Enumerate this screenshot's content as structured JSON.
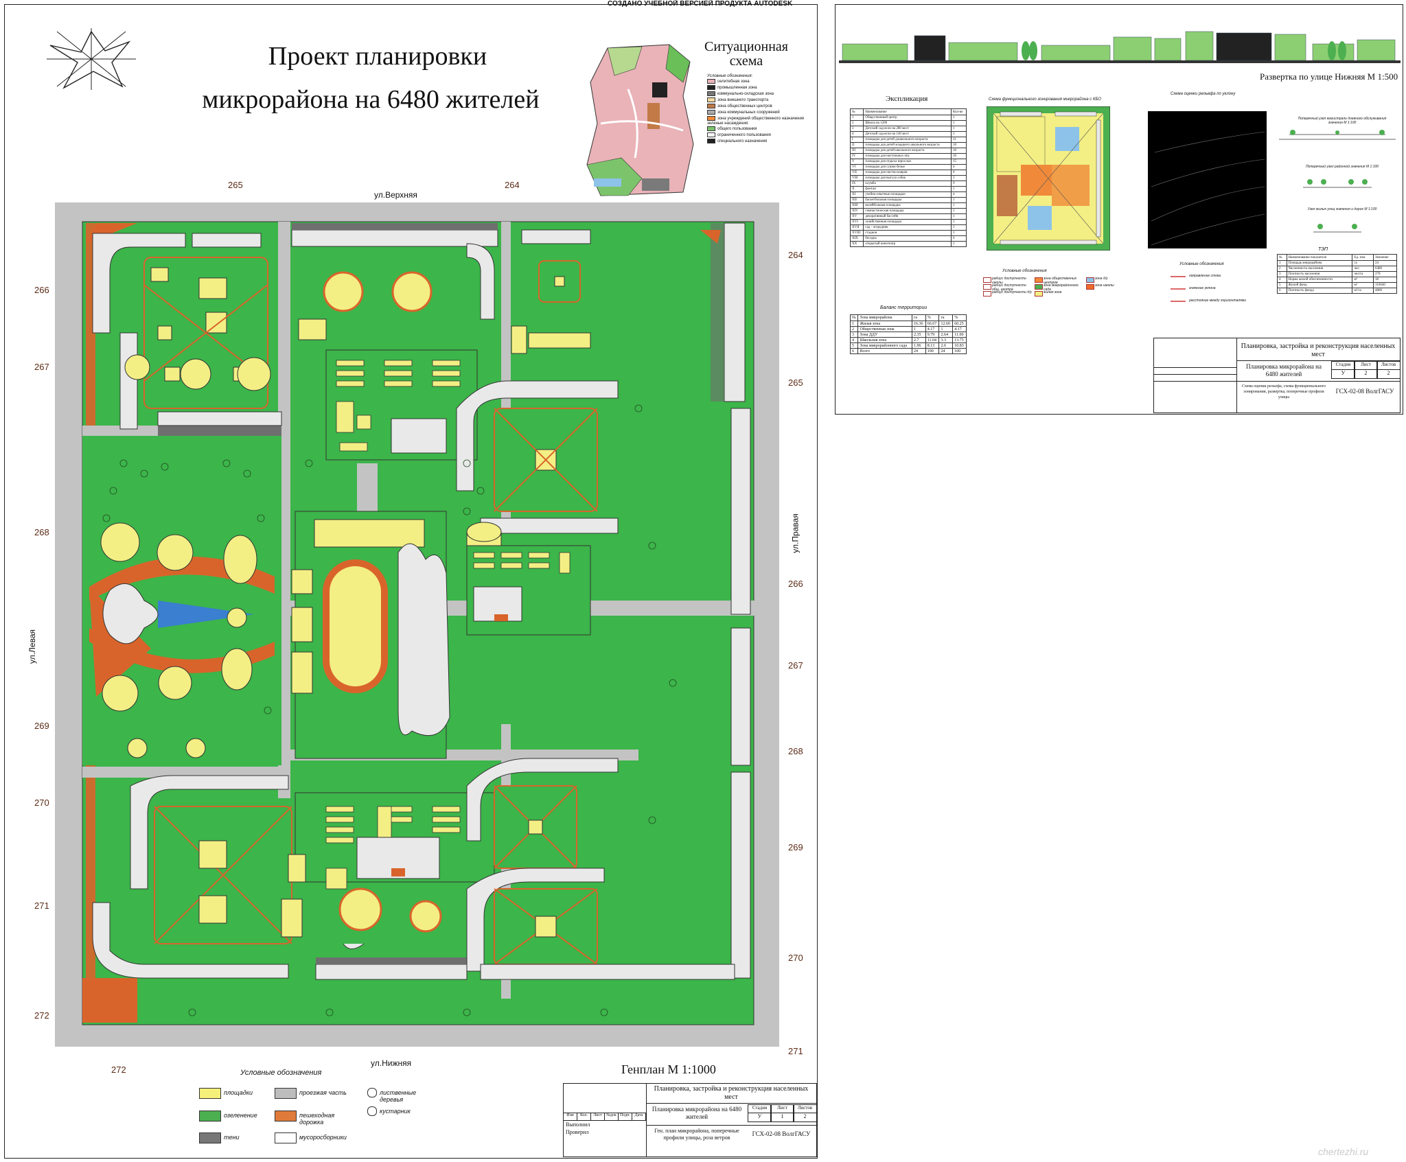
{
  "header_note": "СОЗДАНО УЧЕБНОЙ ВЕРСИЕЙ ПРОДУКТА AUTODESK",
  "title_line1": "Проект планировки",
  "title_line2": "микрорайона на 6480 жителей",
  "situation": {
    "title_line1": "Ситуационная",
    "title_line2": "схема",
    "legend_header": "Условные обозначения:",
    "legend": [
      "селитебная зона",
      "промышленная зона",
      "коммунально-складская зона",
      "зона внешнего транспорта",
      "зона общественных центров",
      "зона коммунальных сооружений",
      "зона учреждений общественного назначения",
      "общего пользования",
      "ограниченного пользования",
      "специального назначения"
    ],
    "legend_sub": "зеленые насаждения:"
  },
  "streets": {
    "top": "ул.Верхняя",
    "bottom": "ул.Нижняя",
    "left": "ул.Левая",
    "right": "ул.Правая"
  },
  "elevations_top": [
    "265",
    "264"
  ],
  "elevations_left": [
    "266",
    "267",
    "268",
    "269",
    "270",
    "271",
    "272"
  ],
  "elevations_right": [
    "264",
    "265",
    "266",
    "267",
    "268",
    "269",
    "270",
    "271"
  ],
  "elevation_bottom_left": "272",
  "genplan_caption": "Генплан М 1:1000",
  "legend": {
    "header": "Условные обозначения",
    "items": [
      {
        "label": "площадки",
        "color": "#f5f07a"
      },
      {
        "label": "озеленение",
        "color": "#4caf50"
      },
      {
        "label": "тени",
        "color": "#777777"
      },
      {
        "label": "проезжая часть",
        "color": "#bdbdbd"
      },
      {
        "label": "пешеходная дорожка",
        "color": "#e07a3a"
      },
      {
        "label": "мусоросборники",
        "color": "#ffffff"
      },
      {
        "label": "лиственные деревья",
        "color": "#ffffff"
      },
      {
        "label": "кустарник",
        "color": "#ffffff"
      }
    ]
  },
  "stamp_left": {
    "title": "Планировка, застройка и реконструкция населенных мест",
    "cols": [
      "Изм",
      "Кол.",
      "Лист",
      "№док",
      "Подп.",
      "Дата"
    ],
    "rows": [
      "Выполнил",
      "Проверил"
    ],
    "name": "Планировка микрорайона на 6480 жителей",
    "stage_hdr": [
      "Стадия",
      "Лист",
      "Листов"
    ],
    "stage_vals": [
      "У",
      "1",
      "2"
    ],
    "sheet_desc": "Ген. план микрорайона, поперечные профили улицы, роза ветров",
    "code": "ГСХ-02-08 ВолгГАСУ"
  },
  "right_sheet": {
    "razvertka": "Развертка по улице Нижняя М 1:500",
    "explication_title": "Экспликация",
    "explication_hdr": [
      "№",
      "Наименование",
      "Кол-во"
    ],
    "explication_rows": [
      [
        "1",
        "Общественный центр",
        "1"
      ],
      [
        "2",
        "Школа на 1200",
        "1"
      ],
      [
        "3",
        "Детский сад-ясли на 280 мест",
        "1"
      ],
      [
        "4",
        "Детский сад-ясли на 140 мест",
        "1"
      ],
      [
        "I",
        "площадка для детей дошкольного возраста",
        "11"
      ],
      [
        "II",
        "площадка для детей младшего школьного возраста",
        "10"
      ],
      [
        "III",
        "площадка для детей школьного возраста",
        "10"
      ],
      [
        "IV",
        "площадка для настольных игр",
        "10"
      ],
      [
        "V",
        "площадка для отдыха взрослых",
        "15"
      ],
      [
        "VI",
        "площадка для сушки белья",
        "4"
      ],
      [
        "VII",
        "площадка для чистки ковров",
        "6"
      ],
      [
        "VIII",
        "площадка для выгула собак",
        "3"
      ],
      [
        "IX",
        "клумба",
        "9"
      ],
      [
        "X",
        "фонтан",
        "1"
      ],
      [
        "XI",
        "учебно-опытные площадки",
        "4"
      ],
      [
        "XII",
        "баскетбольная площадка",
        "1"
      ],
      [
        "XIII",
        "волейбольная площадка",
        "1"
      ],
      [
        "XIV",
        "гимнастическая площадка",
        "1"
      ],
      [
        "XV",
        "декоративный бассейн",
        "1"
      ],
      [
        "XVI",
        "хозяйственная площадка",
        "3"
      ],
      [
        "XVII",
        "сад - огородник",
        "2"
      ],
      [
        "XVIII",
        "стадион",
        "1"
      ],
      [
        "XIX",
        "беседка",
        "6"
      ],
      [
        "XX",
        "открытый кинотеатр",
        "1"
      ]
    ],
    "zoning_title": "Схема функционального зонирования микрорайона с КБО",
    "relief_title": "Схема оценки рельефа по уклону",
    "profile_titles": [
      "Поперечный узел магистрали дневного обслуживания значения М 1:100",
      "Поперечный узел районной значения М 1:100",
      "Узел жилых улиц значения и дорог М 1:100"
    ],
    "zoning_legend_header": "Условные обозначения",
    "zoning_legend": [
      "радиус доступности школы",
      "радиус доступности общ. центра",
      "радиус доступности д/у",
      "зона общественных центров",
      "зона микрорайонного сада",
      "жилая зона",
      "зона д/у",
      "зона школы"
    ],
    "relief_legend_header": "Условные обозначения",
    "relief_legend": [
      "направление стока",
      "значение уклона",
      "расстояние между горизонталями"
    ],
    "balance_title": "Баланс территории",
    "balance_hdr": [
      "№",
      "Зона микрорайона",
      "га",
      "%",
      "га",
      "%"
    ],
    "balance_rows": [
      [
        "1",
        "Жилая зона",
        "16.36",
        "66.67",
        "12.60",
        "60.25"
      ],
      [
        "2",
        "Общественная зона",
        "1",
        "4.17",
        "1",
        "4.17"
      ],
      [
        "3",
        "Зона ДДУ",
        "2.35",
        "9.79",
        "2.64",
        "11.00"
      ],
      [
        "4",
        "Школьная зона",
        "2.7",
        "11.04",
        "3.3",
        "13.75"
      ],
      [
        "5",
        "Зона микрорайонного сада",
        "1.96",
        "8.13",
        "2.6",
        "10.83"
      ],
      [
        "6",
        "Всего",
        "24",
        "100",
        "24",
        "100"
      ]
    ],
    "tep_title": "ТЭП",
    "tep_hdr": [
      "№",
      "Наименование показателя",
      "Ед. изм.",
      "Значение"
    ],
    "tep_rows": [
      [
        "1",
        "Площадь микрорайона",
        "га",
        "24"
      ],
      [
        "2",
        "Численность населения",
        "чел",
        "6480"
      ],
      [
        "3",
        "Плотность населения",
        "чел/га",
        "270"
      ],
      [
        "4",
        "Норма жилой обеспеченности",
        "м²",
        "18"
      ],
      [
        "5",
        "Жилой фонд",
        "м²",
        "116640"
      ],
      [
        "6",
        "Плотность фонда",
        "м²/га",
        "4860"
      ]
    ],
    "stamp_title": "Планировка, застройка и реконструкция населенных мест",
    "stamp_name": "Планировка микрорайона на 6480 жителей",
    "stamp_stage_hdr": [
      "Стадия",
      "Лист",
      "Листов"
    ],
    "stamp_stage_vals": [
      "У",
      "2",
      "2"
    ],
    "stamp_desc": "Схема оценки рельефа, схема функционального зонирования, развертка, поперечные профили улицы",
    "stamp_code": "ГСХ-02-08 ВолгГАСУ"
  },
  "watermark": "chertezhi.ru",
  "colors": {
    "green": "#3cb54a",
    "yellow": "#f3ef84",
    "road": "#c3c3c3",
    "path": "#d9642b",
    "building": "#e9e9e9",
    "shadow": "#6f6f6f",
    "water": "#3a7fd0"
  }
}
